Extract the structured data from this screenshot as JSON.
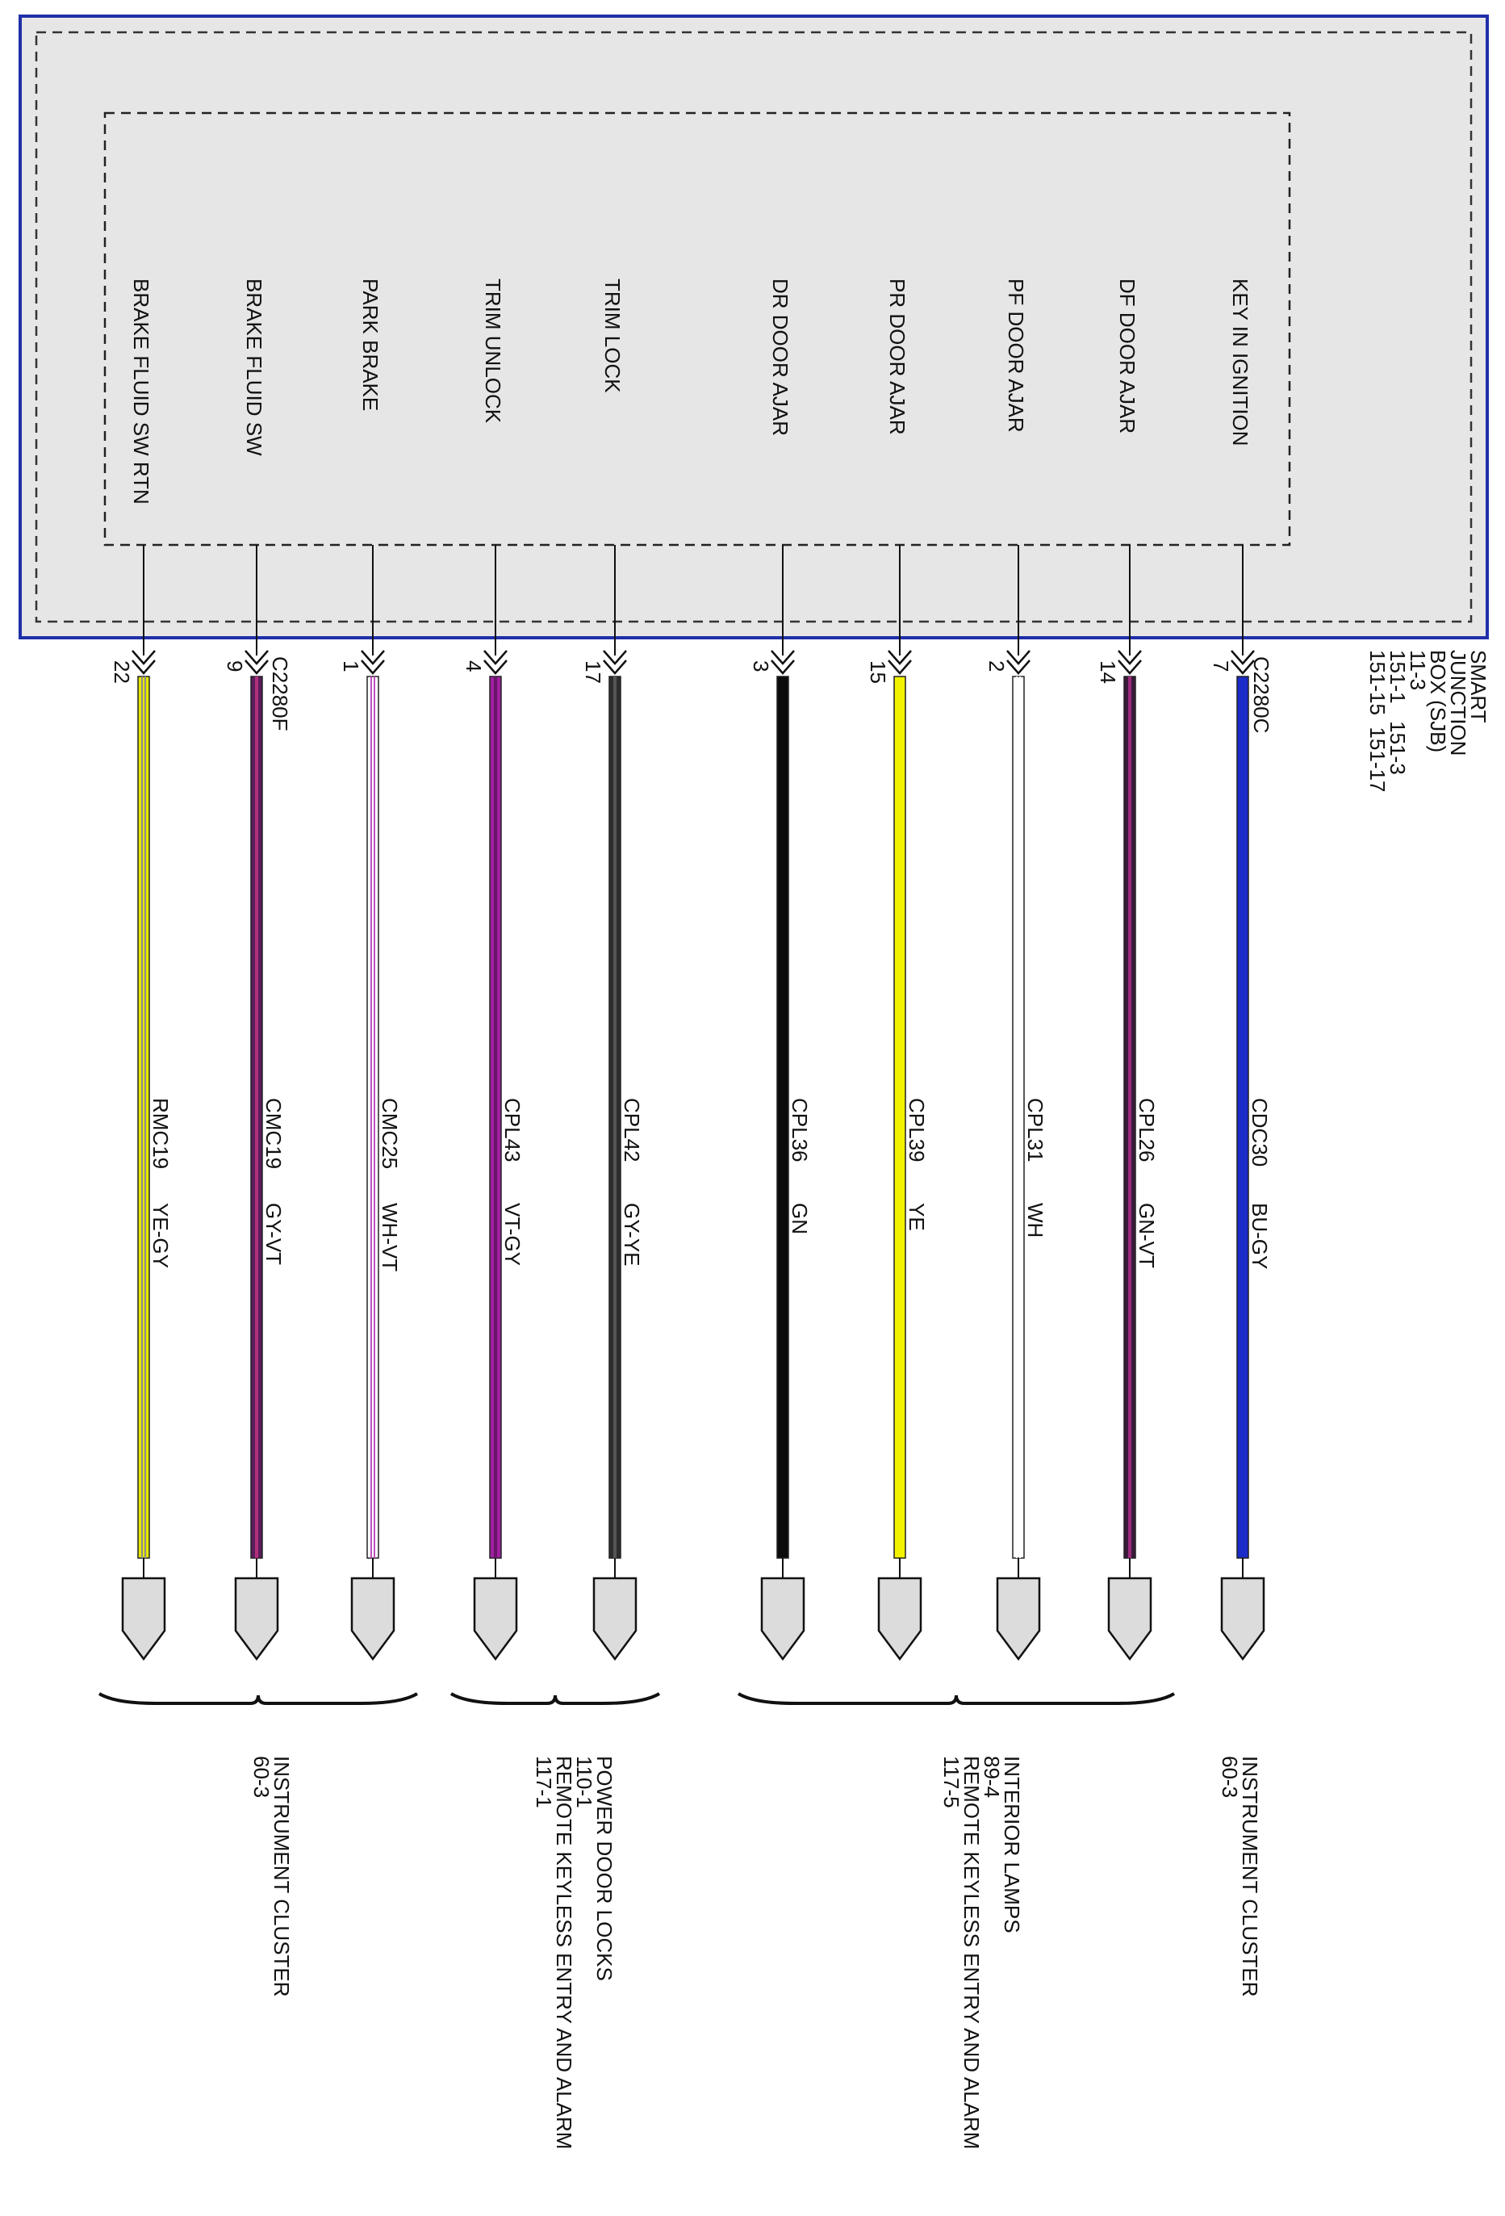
{
  "module": {
    "name_lines": [
      "SMART",
      "JUNCTION",
      "BOX (SJB)"
    ],
    "page_refs": [
      "11-3",
      "151-1   151-3",
      "151-15  151-17"
    ],
    "colors": {
      "outer_fill": "#e6e6e6",
      "outer_border": "#1f2fa8"
    }
  },
  "connectors": [
    "C2280F",
    "C2280C"
  ],
  "circuits": [
    {
      "signal": "BRAKE FLUID SW RTN",
      "pin": "22",
      "circuit": "RMC19",
      "color_code": "YE-GY",
      "connector": "",
      "wire": {
        "main": "#e6e600",
        "stripe": "#8c8c8c",
        "double": true
      }
    },
    {
      "signal": "BRAKE FLUID SW",
      "pin": "9",
      "circuit": "CMC19",
      "color_code": "GY-VT",
      "connector": "C2280F",
      "wire": {
        "main": "#5a1d5c",
        "stripe": "#b0307a",
        "double": false
      }
    },
    {
      "signal": "PARK BRAKE",
      "pin": "1",
      "circuit": "CMC25",
      "color_code": "WH-VT",
      "connector": "",
      "wire": {
        "main": "#ffffff",
        "stripe": "#c050c0",
        "double": true
      }
    },
    {
      "signal": "TRIM UNLOCK",
      "pin": "4",
      "circuit": "CPL43",
      "color_code": "VT-GY",
      "connector": "",
      "wire": {
        "main": "#a020a0",
        "stripe": "#6a156a",
        "double": false
      }
    },
    {
      "signal": "TRIM LOCK",
      "pin": "17",
      "circuit": "CPL42",
      "color_code": "GY-YE",
      "connector": "",
      "wire": {
        "main": "#2d2d2d",
        "stripe": "#555555",
        "double": false
      }
    },
    {
      "signal": "DR DOOR AJAR",
      "pin": "3",
      "circuit": "CPL36",
      "color_code": "GN",
      "connector": "",
      "wire": {
        "main": "#0b0b0b",
        "stripe": "#0b0b0b",
        "double": false
      }
    },
    {
      "signal": "PR DOOR AJAR",
      "pin": "15",
      "circuit": "CPL39",
      "color_code": "YE",
      "connector": "",
      "wire": {
        "main": "#f2f200",
        "stripe": "#f2f200",
        "double": false
      }
    },
    {
      "signal": "PF DOOR AJAR",
      "pin": "2",
      "circuit": "CPL31",
      "color_code": "WH",
      "connector": "",
      "wire": {
        "main": "#ffffff",
        "stripe": "#ffffff",
        "double": true
      }
    },
    {
      "signal": "DF DOOR AJAR",
      "pin": "14",
      "circuit": "CPL26",
      "color_code": "GN-VT",
      "connector": "",
      "wire": {
        "main": "#3a1a3a",
        "stripe": "#9c2c7c",
        "double": false
      }
    },
    {
      "signal": "KEY IN IGNITION",
      "pin": "7",
      "circuit": "CDC30",
      "color_code": "BU-GY",
      "connector": "C2280C",
      "wire": {
        "main": "#1a2bc8",
        "stripe": "#1a2bc8",
        "double": false
      }
    }
  ],
  "destinations": [
    {
      "lines": [
        "INSTRUMENT CLUSTER",
        "60-3"
      ]
    },
    {
      "lines": [
        "POWER DOOR LOCKS",
        "110-1",
        "REMOTE KEYLESS ENTRY AND ALARM",
        "117-1"
      ]
    },
    {
      "lines": [
        "INTERIOR LAMPS",
        "89-4",
        "REMOTE KEYLESS ENTRY AND ALARM",
        "117-5"
      ]
    },
    {
      "lines": [
        "INSTRUMENT CLUSTER",
        "60-3"
      ]
    }
  ]
}
